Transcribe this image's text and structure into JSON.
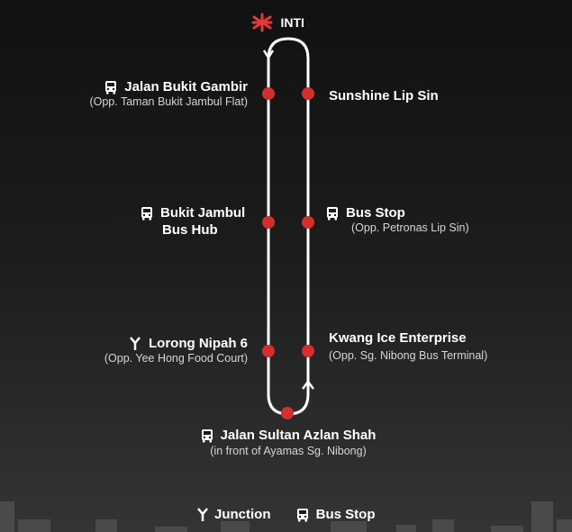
{
  "origin": {
    "label": "INTI",
    "icon": "inti-logo-icon"
  },
  "stops_left": [
    {
      "title_lines": [
        "Jalan Bukit Gambir"
      ],
      "subtitle": "(Opp. Taman Bukit Jambul Flat)",
      "icon": "bus-icon"
    },
    {
      "title_lines": [
        "Bukit Jambul",
        "Bus Hub"
      ],
      "subtitle": "",
      "icon": "bus-icon"
    },
    {
      "title_lines": [
        "Lorong Nipah 6"
      ],
      "subtitle": "(Opp. Yee Hong Food Court)",
      "icon": "junction-icon"
    }
  ],
  "stops_right": [
    {
      "title_lines": [
        "Sunshine Lip Sin"
      ],
      "subtitle": "",
      "icon": ""
    },
    {
      "title_lines": [
        "Bus Stop"
      ],
      "subtitle": "(Opp. Petronas Lip Sin)",
      "icon": "bus-icon"
    },
    {
      "title_lines": [
        "Kwang Ice Enterprise"
      ],
      "subtitle": "(Opp. Sg. Nibong Bus Terminal)",
      "icon": ""
    }
  ],
  "bottom_stop": {
    "title": "Jalan Sultan Azlan Shah",
    "subtitle": "(in front of Ayamas Sg. Nibong)",
    "icon": "bus-icon"
  },
  "legend": [
    {
      "label": "Junction",
      "icon": "junction-icon"
    },
    {
      "label": "Bus Stop",
      "icon": "bus-icon"
    }
  ],
  "colors": {
    "stop_dot": "#d32f2f",
    "route_line": "#ffffff",
    "logo": "#e53935",
    "background_top": "#111111",
    "background_bottom": "#343434",
    "skyline": "#4a4a4a"
  }
}
